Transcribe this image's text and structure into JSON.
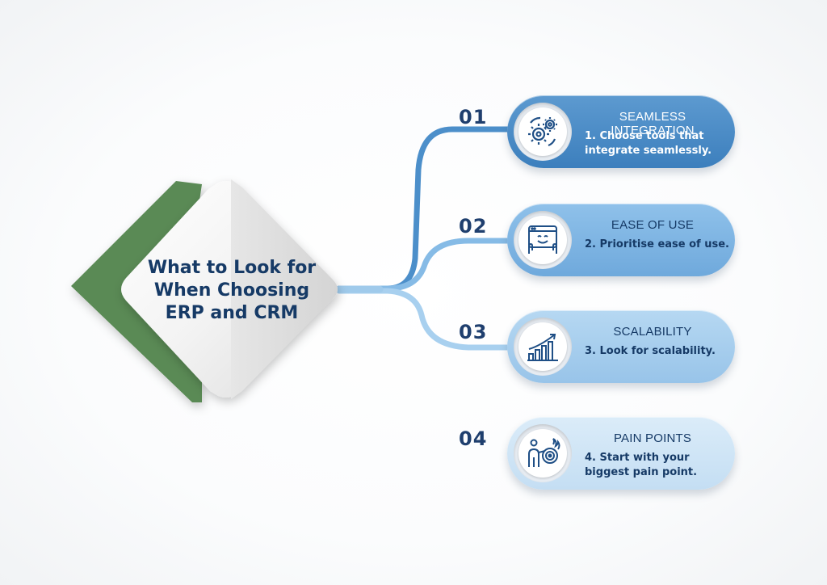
{
  "title": {
    "line1": "What to Look for",
    "line2": "When Choosing",
    "line3": "ERP and CRM"
  },
  "items": [
    {
      "number": "01",
      "title": "SEAMLESS INTEGRATION",
      "description": "1. Choose tools that integrate seamlessly.",
      "icon": "gears-icon",
      "color": "#3f86c4"
    },
    {
      "number": "02",
      "title": "EASE OF USE",
      "description": "2. Prioritise ease of use.",
      "icon": "hand-pointer-icon",
      "color": "#7cb4e2"
    },
    {
      "number": "03",
      "title": "SCALABILITY",
      "description": "3. Look for scalability.",
      "icon": "growth-chart-icon",
      "color": "#a4cced"
    },
    {
      "number": "04",
      "title": "PAIN POINTS",
      "description": "4. Start with your biggest pain point.",
      "icon": "target-person-icon",
      "color": "#cde3f5"
    }
  ],
  "colors": {
    "green": "#5a8a55",
    "title_text": "#163a66",
    "number_text": "#1f3f6e"
  }
}
